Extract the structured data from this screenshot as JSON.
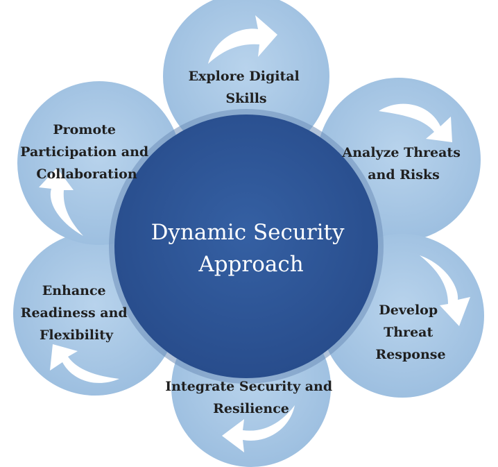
{
  "diagram": {
    "center": {
      "lines": [
        "Dynamic Security",
        "Approach"
      ],
      "color": "#2e5597"
    },
    "petal_color": "#a9c8e6",
    "arrow_color": "#ffffff",
    "petals": [
      {
        "id": "explore-digital-skills",
        "lines": [
          "Explore Digital",
          "Skills"
        ]
      },
      {
        "id": "analyze-threats-and-risks",
        "lines": [
          "Analyze Threats",
          "and Risks"
        ]
      },
      {
        "id": "develop-threat-response",
        "lines": [
          "Develop",
          "Threat",
          "Response"
        ]
      },
      {
        "id": "integrate-security-and-resilience",
        "lines": [
          "Integrate Security and",
          "Resilience"
        ]
      },
      {
        "id": "enhance-readiness-and-flexibility",
        "lines": [
          "Enhance",
          "Readiness and",
          "Flexibility"
        ]
      },
      {
        "id": "promote-participation-and-collaboration",
        "lines": [
          "Promote",
          "Participation and",
          "Collaboration"
        ]
      }
    ]
  }
}
